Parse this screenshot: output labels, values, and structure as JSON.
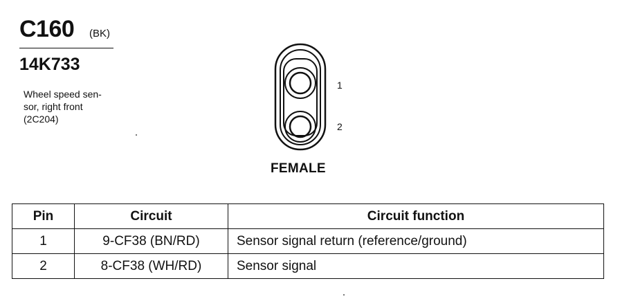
{
  "connector": {
    "id": "C160",
    "color_code": "(BK)",
    "harness_number": "14K733",
    "description_lines": [
      "Wheel speed sen-",
      "sor, right front",
      "(2C204)"
    ]
  },
  "diagram": {
    "pin_labels": [
      "1",
      "2"
    ],
    "gender": "FEMALE"
  },
  "table": {
    "headers": [
      "Pin",
      "Circuit",
      "Circuit function"
    ],
    "rows": [
      [
        "1",
        "9-CF38 (BN/RD)",
        "Sensor signal return (reference/ground)"
      ],
      [
        "2",
        "8-CF38 (WH/RD)",
        "Sensor signal"
      ]
    ]
  }
}
